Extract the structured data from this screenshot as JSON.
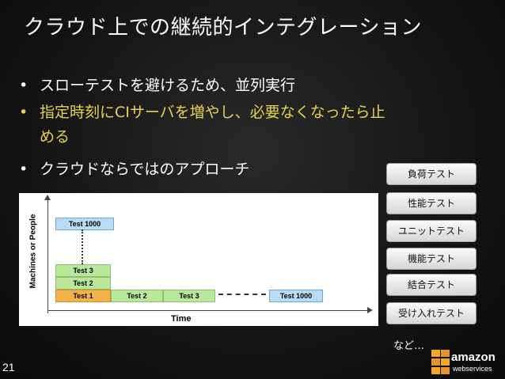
{
  "slide": {
    "title": "クラウド上での継続的インテグレーション",
    "page_number": "21"
  },
  "bullets": [
    {
      "marker": "•",
      "text": "スローテストを避けるため、並列実行"
    },
    {
      "marker": "•",
      "text": "指定時刻にCIサーバを増やし、必要なくなったら止",
      "continuation": "める"
    },
    {
      "marker": "•",
      "text": "クラウドならではのアプローチ"
    }
  ],
  "chart": {
    "y_label": "Machines or People",
    "x_label": "Time",
    "blocks": {
      "top": "Test 1000",
      "stack3": "Test 3",
      "stack2": "Test 2",
      "row1": "Test 1",
      "row2": "Test 2",
      "row3": "Test 3",
      "row4": "Test 1000"
    }
  },
  "test_types": [
    "負荷テスト",
    "性能テスト",
    "ユニットテスト",
    "機能テスト",
    "結合テスト",
    "受け入れテスト"
  ],
  "etc_label": "など…",
  "logo": {
    "word": "amazon",
    "sub": "webservices"
  }
}
